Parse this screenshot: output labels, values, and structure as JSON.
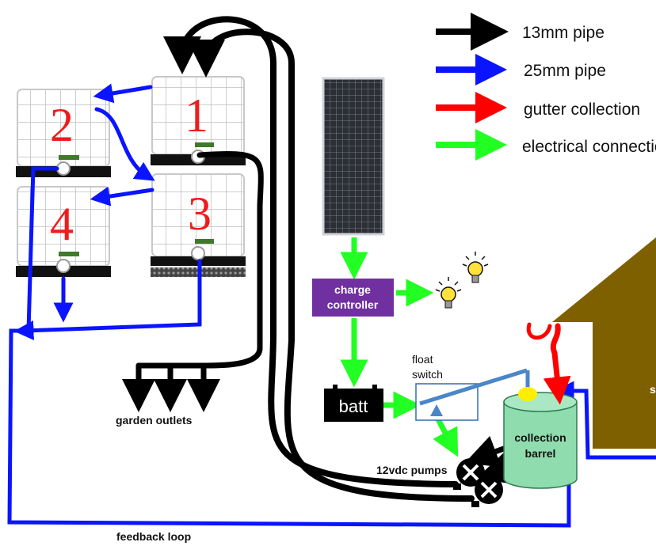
{
  "legend": {
    "items": [
      {
        "label": "13mm pipe",
        "color": "#000000"
      },
      {
        "label": "25mm pipe",
        "color": "#0a14ff"
      },
      {
        "label": "gutter collection",
        "color": "#ff0000"
      },
      {
        "label": "electrical connections",
        "color": "#22ff22"
      }
    ]
  },
  "tanks": {
    "t1": "1",
    "t2": "2",
    "t3": "3",
    "t4": "4"
  },
  "labels": {
    "charge_controller_line1": "charge",
    "charge_controller_line2": "controller",
    "battery": "batt",
    "float_switch_line1": "float",
    "float_switch_line2": "switch",
    "barrel_line1": "collection",
    "barrel_line2": "barrel",
    "pumps": "12vdc pumps",
    "garden_outlets": "garden outlets",
    "feedback_loop": "feedback loop",
    "house_partial": "s"
  },
  "colors": {
    "pipe_13mm": "#000000",
    "pipe_25mm": "#0a14ff",
    "gutter": "#ff0000",
    "electrical": "#22ff22",
    "charge_controller": "#7030a0",
    "house": "#7f6000",
    "barrel": "#8fdcae",
    "float_box": "#2f6fb5",
    "tank_number": "#ee1c1c"
  }
}
